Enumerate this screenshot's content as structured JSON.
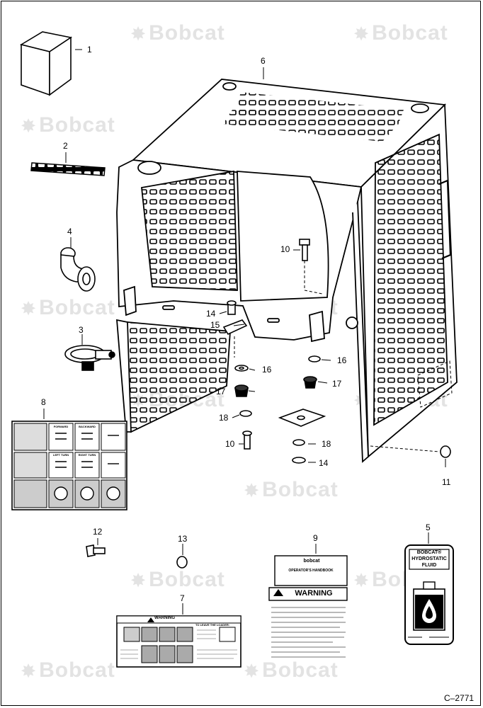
{
  "watermark": "Bobcat",
  "figure_code": "C–2771",
  "callouts": [
    {
      "id": "c1",
      "text": "1"
    },
    {
      "id": "c2",
      "text": "2"
    },
    {
      "id": "c3",
      "text": "3"
    },
    {
      "id": "c4",
      "text": "4"
    },
    {
      "id": "c5",
      "text": "5"
    },
    {
      "id": "c6",
      "text": "6"
    },
    {
      "id": "c7",
      "text": "7"
    },
    {
      "id": "c8",
      "text": "8"
    },
    {
      "id": "c9",
      "text": "9"
    },
    {
      "id": "c10a",
      "text": "10"
    },
    {
      "id": "c10b",
      "text": "10"
    },
    {
      "id": "c11",
      "text": "11"
    },
    {
      "id": "c12",
      "text": "12"
    },
    {
      "id": "c13",
      "text": "13"
    },
    {
      "id": "c14a",
      "text": "14"
    },
    {
      "id": "c14b",
      "text": "14"
    },
    {
      "id": "c15",
      "text": "15"
    },
    {
      "id": "c16a",
      "text": "16"
    },
    {
      "id": "c16b",
      "text": "16"
    },
    {
      "id": "c17a",
      "text": "17"
    },
    {
      "id": "c17b",
      "text": "17"
    },
    {
      "id": "c18a",
      "text": "18"
    },
    {
      "id": "c18b",
      "text": "18"
    }
  ],
  "decal_fluid": {
    "brand": "BOBCAT®",
    "line1": "HYDROSTATIC",
    "line2": "FLUID"
  },
  "decal_manual": {
    "brand": "bobcat",
    "title": "OPERATOR'S HANDBOOK",
    "warning": "WARNING"
  },
  "decal_leave": {
    "warning": "WARNING",
    "sub": "TO LEAVE THE LOADER:"
  },
  "decal_controls": {
    "forward": "FORWARD",
    "backward": "BACKWARD",
    "left": "LEFT TURN",
    "right": "RIGHT TURN"
  }
}
